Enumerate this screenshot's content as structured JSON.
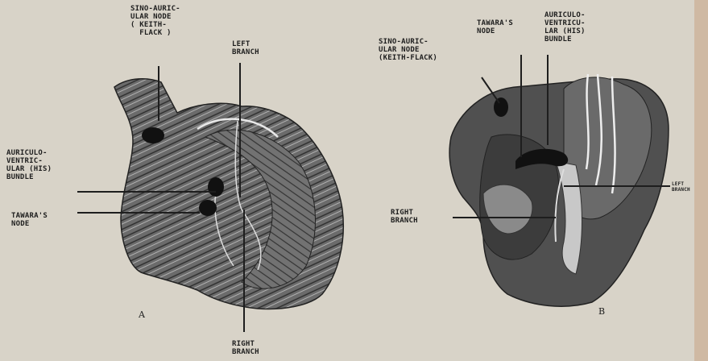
{
  "figure_a": {
    "letter": "A",
    "labels": {
      "sa_node": "SINO-AURIC-\nULAR NODE\n( KEITH-\n  FLACK )",
      "left_branch": "LEFT\nBRANCH",
      "his_bundle": "AURICULO-\nVENTRIC-\nULAR (HIS)\nBUNDLE",
      "tawara": "TAWARA'S\nNODE",
      "right_branch": "RIGHT\nBRANCH"
    }
  },
  "figure_b": {
    "letter": "B",
    "labels": {
      "tawara": "TAWARA'S\nNODE",
      "his_bundle": "AURICULO-\nVENTRICU-\nLAR (HIS)\nBUNDLE",
      "sa_node": "SINO-AURIC-\nULAR NODE\n(KEITH-FLACK)",
      "right_branch": "RIGHT\nBRANCH",
      "left_branch": "LEFT\nBRANCH"
    }
  },
  "colors": {
    "paper": "#d8d3c8",
    "ink": "#1e1e1e",
    "heart_a_fill": "#6f6f6f",
    "heart_b_fill": "#505050"
  }
}
